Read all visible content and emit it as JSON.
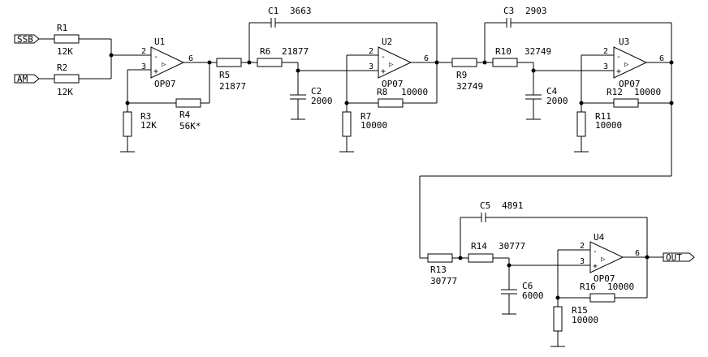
{
  "ports": {
    "ssb": "SSB",
    "am": "AM",
    "out": "OUT"
  },
  "components": {
    "R1": {
      "ref": "R1",
      "value": "12K"
    },
    "R2": {
      "ref": "R2",
      "value": "12K"
    },
    "R3": {
      "ref": "R3",
      "value": "12K"
    },
    "R4": {
      "ref": "R4",
      "value": "56K*"
    },
    "R5": {
      "ref": "R5",
      "value": "21877"
    },
    "R6": {
      "ref": "R6",
      "value": "21877"
    },
    "R7": {
      "ref": "R7",
      "value": "10000"
    },
    "R8": {
      "ref": "R8",
      "value": "10000"
    },
    "R9": {
      "ref": "R9",
      "value": "32749"
    },
    "R10": {
      "ref": "R10",
      "value": "32749"
    },
    "R11": {
      "ref": "R11",
      "value": "10000"
    },
    "R12": {
      "ref": "R12",
      "value": "10000"
    },
    "R13": {
      "ref": "R13",
      "value": "30777"
    },
    "R14": {
      "ref": "R14",
      "value": "30777"
    },
    "R15": {
      "ref": "R15",
      "value": "10000"
    },
    "R16": {
      "ref": "R16",
      "value": "10000"
    },
    "C1": {
      "ref": "C1",
      "value": "3663"
    },
    "C2": {
      "ref": "C2",
      "value": "2000"
    },
    "C3": {
      "ref": "C3",
      "value": "2903"
    },
    "C4": {
      "ref": "C4",
      "value": "2000"
    },
    "C5": {
      "ref": "C5",
      "value": "4891"
    },
    "C6": {
      "ref": "C6",
      "value": "6000"
    }
  },
  "opamps": {
    "U1": {
      "ref": "U1",
      "part": "OP07"
    },
    "U2": {
      "ref": "U2",
      "part": "OP07"
    },
    "U3": {
      "ref": "U3",
      "part": "OP07"
    },
    "U4": {
      "ref": "U4",
      "part": "OP07"
    }
  },
  "pins": {
    "inv": "2",
    "noninv": "3",
    "out": "6",
    "minus_sign": "-",
    "plus_sign": "+",
    "triangle": "▷"
  }
}
